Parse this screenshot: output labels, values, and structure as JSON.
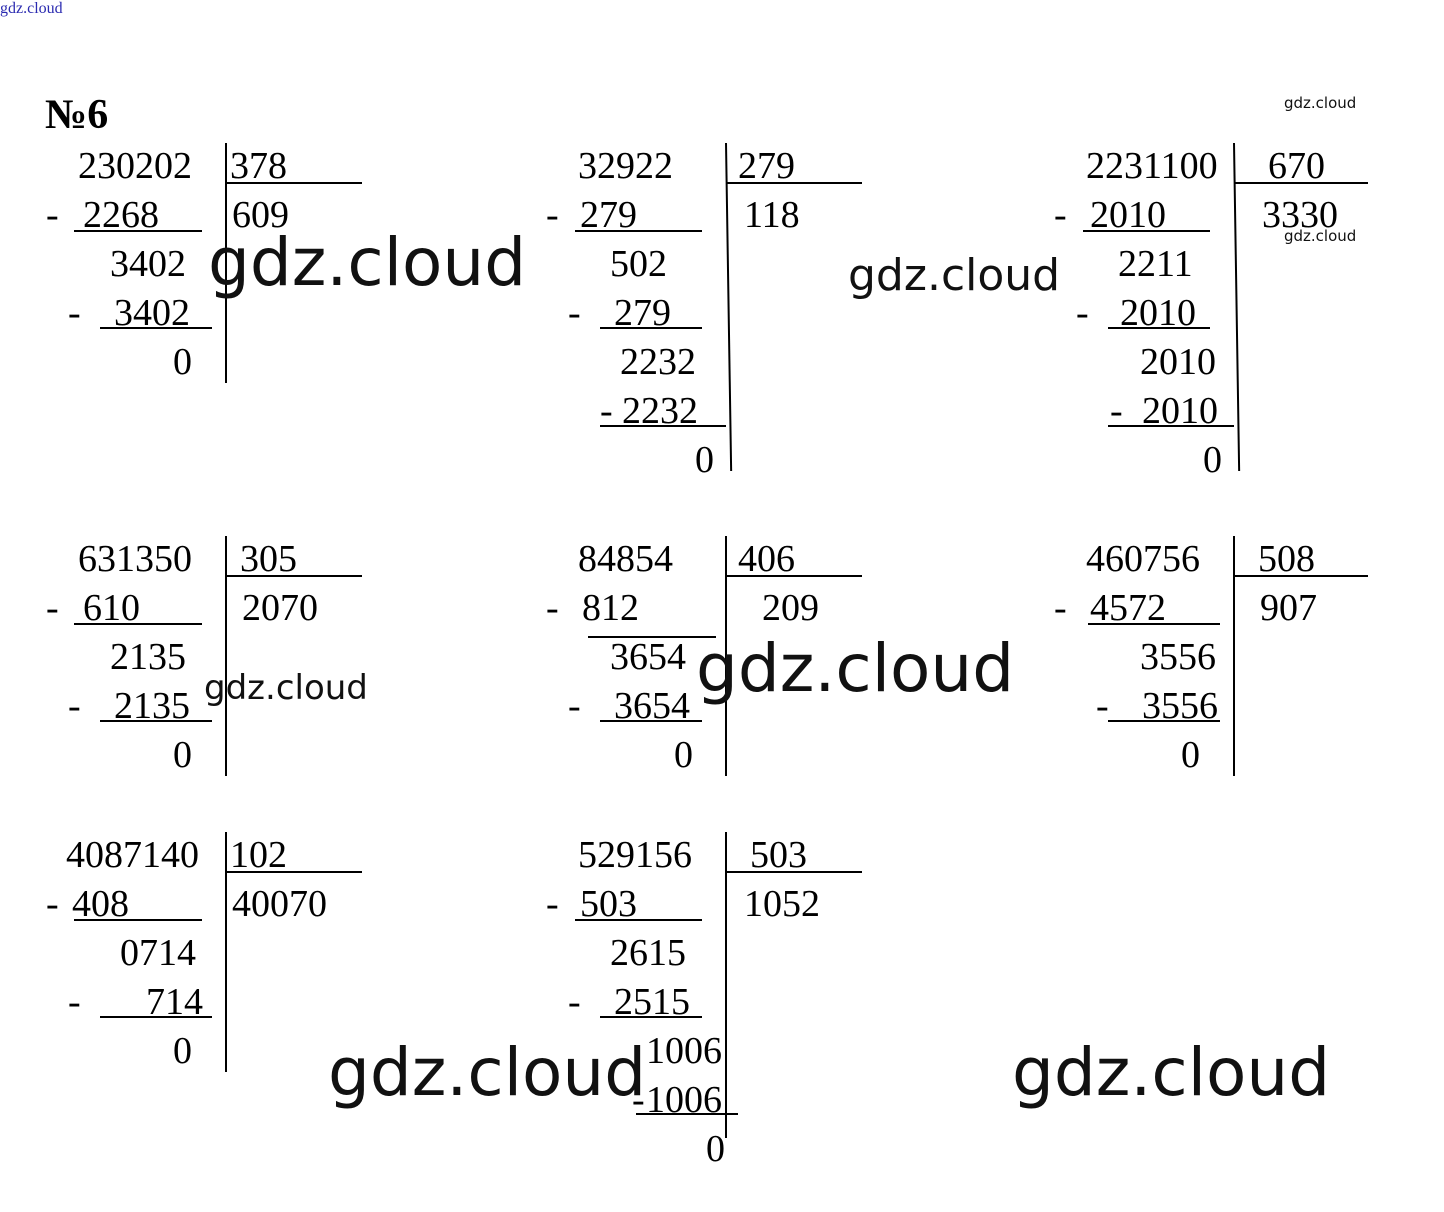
{
  "header_watermark": "gdz.cloud",
  "title": "№6",
  "watermarks": [
    "gdz.cloud",
    "gdz.cloud",
    "gdz.cloud",
    "gdz.cloud",
    "gdz.cloud",
    "gdz.cloud",
    "gdz.cloud",
    "gdz.cloud",
    "gdz.cloud"
  ],
  "divisions": [
    {
      "dividend": "230202",
      "divisor": "378",
      "quotient": "609",
      "lines": [
        "2268",
        "3402",
        "3402",
        "0"
      ]
    },
    {
      "dividend": "32922",
      "divisor": "279",
      "quotient": "118",
      "lines": [
        "279",
        "502",
        "279",
        "2232",
        "2232",
        "0"
      ]
    },
    {
      "dividend": "2231100",
      "divisor": "670",
      "quotient": "3330",
      "lines": [
        "2010",
        "2211",
        "2010",
        "2010",
        "2010",
        "0"
      ]
    },
    {
      "dividend": "631350",
      "divisor": "305",
      "quotient": "2070",
      "lines": [
        "610",
        "2135",
        "2135",
        "0"
      ]
    },
    {
      "dividend": "84854",
      "divisor": "406",
      "quotient": "209",
      "lines": [
        "812",
        "3654",
        "3654",
        "0"
      ]
    },
    {
      "dividend": "460756",
      "divisor": "508",
      "quotient": "907",
      "lines": [
        "4572",
        "3556",
        "3556",
        "0"
      ]
    },
    {
      "dividend": "4087140",
      "divisor": "102",
      "quotient": "40070",
      "lines": [
        "408",
        "0714",
        "714",
        "0"
      ]
    },
    {
      "dividend": "529156",
      "divisor": "503",
      "quotient": "1052",
      "lines": [
        "503",
        "2615",
        "2515",
        "1006",
        "1006",
        "0"
      ]
    }
  ],
  "minus_sign": "-"
}
